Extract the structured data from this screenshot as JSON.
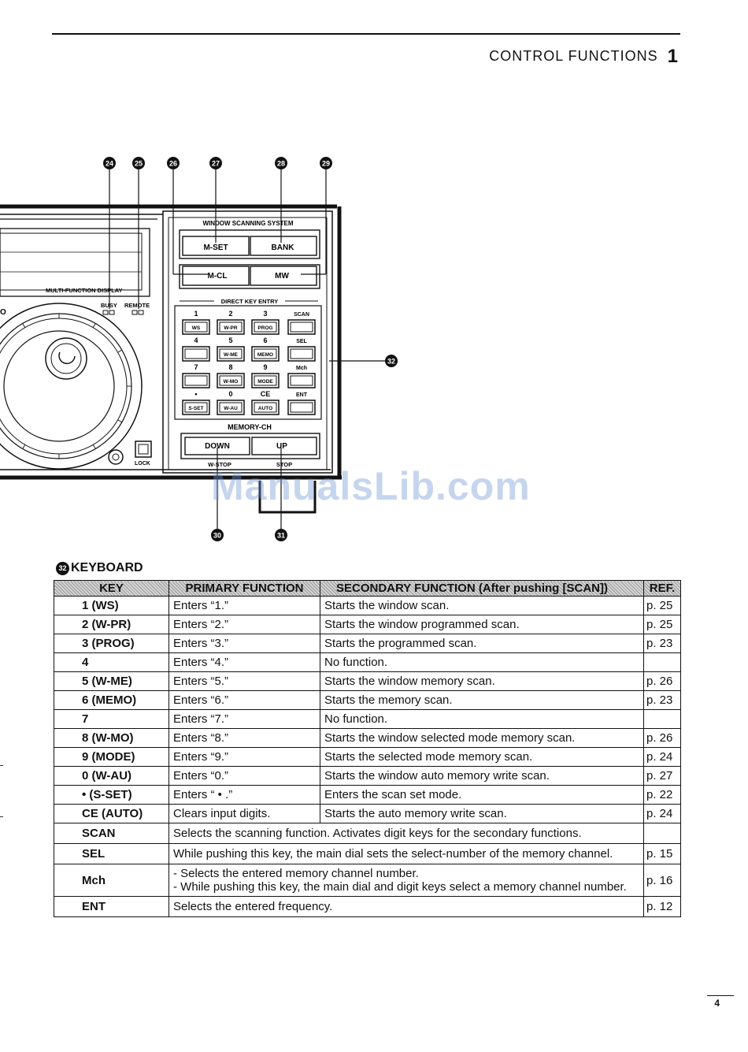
{
  "header": {
    "section_title": "CONTROL FUNCTIONS",
    "section_number": "1"
  },
  "diagram": {
    "callouts": [
      "24",
      "25",
      "26",
      "27",
      "28",
      "29",
      "30",
      "31",
      "32"
    ],
    "window_scanning_label": "WINDOW SCANNING SYSTEM",
    "mset_label": "M-SET",
    "bank_label": "BANK",
    "mcl_label": "M-CL",
    "mw_label": "MW",
    "multi_function_display_label": "MULTI-FUNCTION DISPLAY",
    "busy_label": "BUSY",
    "remote_label": "REMOTE",
    "direct_key_entry_label": "DIRECT KEY ENTRY",
    "keypad": [
      [
        "1",
        "WS"
      ],
      [
        "2",
        "W-PR"
      ],
      [
        "3",
        "PROG"
      ],
      [
        "SCAN",
        ""
      ],
      [
        "4",
        ""
      ],
      [
        "5",
        "W-ME"
      ],
      [
        "6",
        "MEMO"
      ],
      [
        "SEL",
        ""
      ],
      [
        "7",
        ""
      ],
      [
        "8",
        "W-MO"
      ],
      [
        "9",
        "MODE"
      ],
      [
        "Mch",
        ""
      ],
      [
        "•",
        "S-SET"
      ],
      [
        "0",
        "W-AU"
      ],
      [
        "CE",
        "AUTO"
      ],
      [
        "ENT",
        ""
      ]
    ],
    "memory_ch_label": "MEMORY-CH",
    "down_label": "DOWN",
    "up_label": "UP",
    "wstop_label": "W-STOP",
    "stop_label": "STOP",
    "lock_label": "LOCK",
    "left_edge_label": "O"
  },
  "watermark": "ManualsLib.com",
  "table": {
    "title_number": "32",
    "title": "KEYBOARD",
    "headers": {
      "key": "KEY",
      "primary": "PRIMARY FUNCTION",
      "secondary": "SECONDARY FUNCTION (After pushing [SCAN])",
      "ref": "REF."
    },
    "rows": [
      {
        "key": "1 (WS)",
        "primary": "Enters “1.”",
        "secondary": "Starts the window scan.",
        "ref": "p. 25"
      },
      {
        "key": "2 (W-PR)",
        "primary": "Enters “2.”",
        "secondary": "Starts the window programmed scan.",
        "ref": "p. 25"
      },
      {
        "key": "3 (PROG)",
        "primary": "Enters “3.”",
        "secondary": "Starts the programmed scan.",
        "ref": "p. 23"
      },
      {
        "key": "4",
        "primary": "Enters “4.”",
        "secondary": "No function.",
        "ref": ""
      },
      {
        "key": "5 (W-ME)",
        "primary": "Enters “5.”",
        "secondary": "Starts the window memory scan.",
        "ref": "p. 26"
      },
      {
        "key": "6 (MEMO)",
        "primary": "Enters “6.”",
        "secondary": "Starts the memory scan.",
        "ref": "p. 23"
      },
      {
        "key": "7",
        "primary": "Enters “7.”",
        "secondary": "No function.",
        "ref": ""
      },
      {
        "key": "8 (W-MO)",
        "primary": "Enters “8.”",
        "secondary": "Starts the window selected mode memory scan.",
        "ref": "p. 26"
      },
      {
        "key": "9 (MODE)",
        "primary": "Enters “9.”",
        "secondary": "Starts the selected mode memory scan.",
        "ref": "p. 24"
      },
      {
        "key": "0 (W-AU)",
        "primary": "Enters “0.”",
        "secondary": "Starts the window auto memory write scan.",
        "ref": "p. 27"
      },
      {
        "key": "• (S-SET)",
        "primary": "Enters “ • .”",
        "secondary": "Enters the scan set mode.",
        "ref": "p. 22"
      },
      {
        "key": "CE (AUTO)",
        "primary": "Clears input digits.",
        "secondary": "Starts the auto memory write scan.",
        "ref": "p. 24"
      }
    ],
    "wide_rows": [
      {
        "key": "SCAN",
        "text": "Selects the scanning function.  Activates digit keys for the secondary functions.",
        "ref": ""
      },
      {
        "key": "SEL",
        "text": "While pushing this key, the main dial sets the select-number of the memory channel.",
        "ref": "p. 15"
      },
      {
        "key": "Mch",
        "lines": [
          "- Selects the entered memory channel number.",
          "- While pushing this key, the main dial and digit keys select a memory channel number."
        ],
        "ref": "p. 16"
      },
      {
        "key": "ENT",
        "text": "Selects the entered frequency.",
        "ref": "p. 12"
      }
    ]
  },
  "page_number": "4"
}
